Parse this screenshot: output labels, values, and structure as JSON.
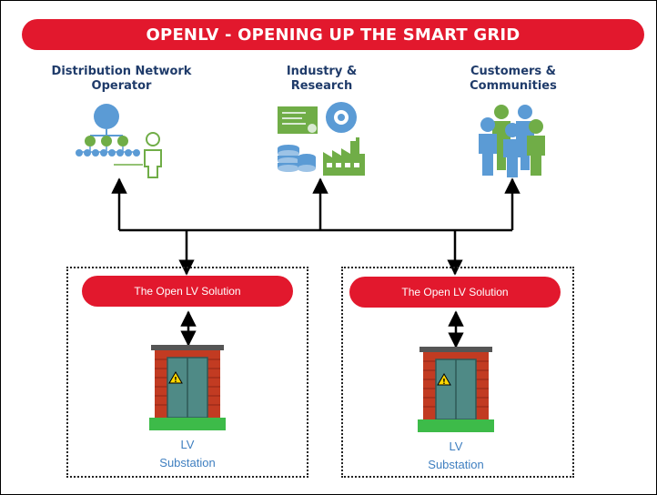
{
  "title": "OPENLV - OPENING UP THE SMART GRID",
  "stakeholders": [
    {
      "line1": "Distribution Network",
      "line2": "Operator",
      "icon": "network-operator-icon"
    },
    {
      "line1": "Industry &",
      "line2": "Research",
      "icon": "industry-research-icon"
    },
    {
      "line1": "Customers &",
      "line2": "Communities",
      "icon": "people-group-icon"
    }
  ],
  "solutions": [
    {
      "label": "The Open LV Solution",
      "sub_line1": "LV",
      "sub_line2": "Substation"
    },
    {
      "label": "The Open LV Solution",
      "sub_line1": "LV",
      "sub_line2": "Substation"
    }
  ],
  "colors": {
    "accent_red": "#e2182d",
    "label_navy": "#1f3b6a",
    "substation_label": "#3f7fc0",
    "brick": "#c23b22",
    "door": "#4f8a86",
    "base_green": "#3dbb49",
    "icon_blue": "#5b9bd5",
    "icon_green": "#70ad47"
  }
}
